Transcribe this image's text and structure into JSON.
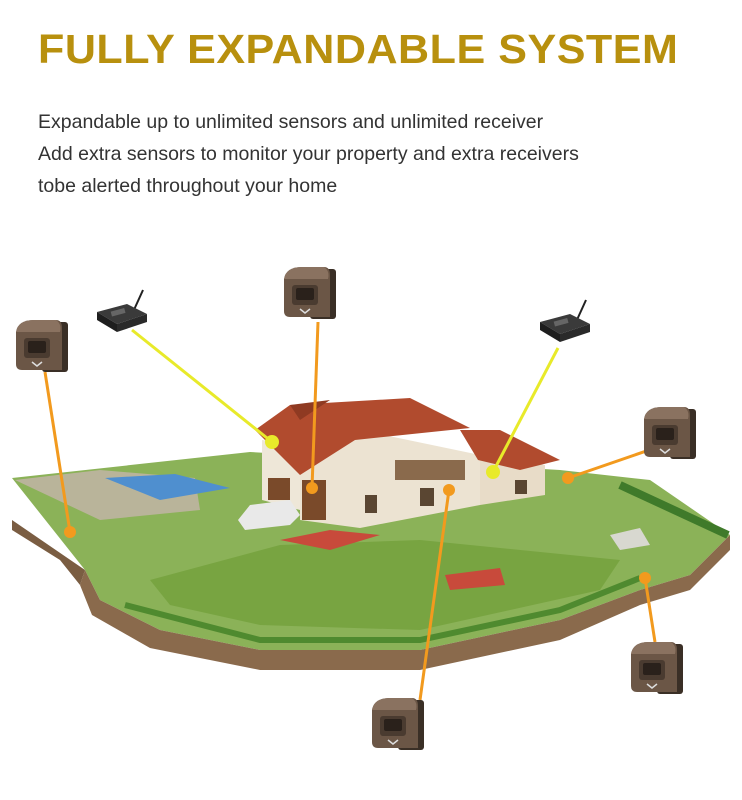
{
  "header": {
    "title": "FULLY EXPANDABLE SYSTEM",
    "lines": [
      "Expandable up to unlimited sensors and unlimited receiver",
      "Add extra sensors to monitor your property and extra receivers",
      "tobe alerted throughout your home"
    ]
  },
  "colors": {
    "title": "#B8900E",
    "sensor_link": "#F29A1E",
    "receiver_link": "#E8EA2A",
    "lawn": "#7FA64A"
  }
}
